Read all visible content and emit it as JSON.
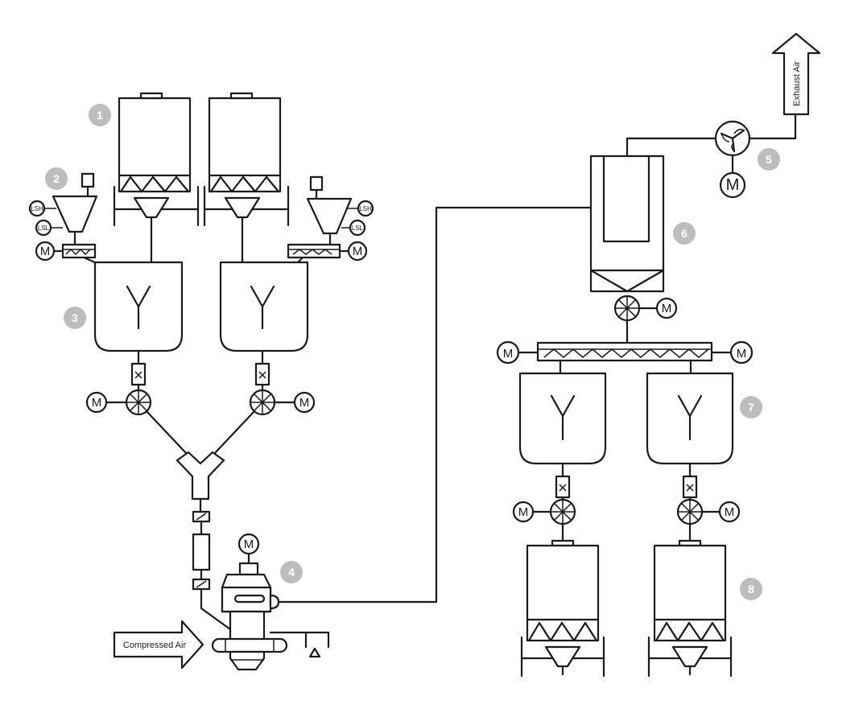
{
  "colors": {
    "line": "#1a1a1a",
    "badge": "#bdbdbd",
    "badge_text": "#ffffff",
    "background": "#ffffff"
  },
  "badges": [
    "1",
    "2",
    "3",
    "4",
    "5",
    "6",
    "7",
    "8"
  ],
  "labels": {
    "compressed_air": "Compressed Air",
    "exhaust_air": "Exhaust Air",
    "motor": "M",
    "lsh": "LSH",
    "lsl": "LSL"
  },
  "icons": [
    "arrow-icon",
    "motor-icon",
    "rotary-valve-icon",
    "fan-icon",
    "screw-conveyor-icon",
    "level-switch-icon",
    "silo-icon",
    "mixer-icon",
    "filter-icon",
    "pump-icon"
  ]
}
